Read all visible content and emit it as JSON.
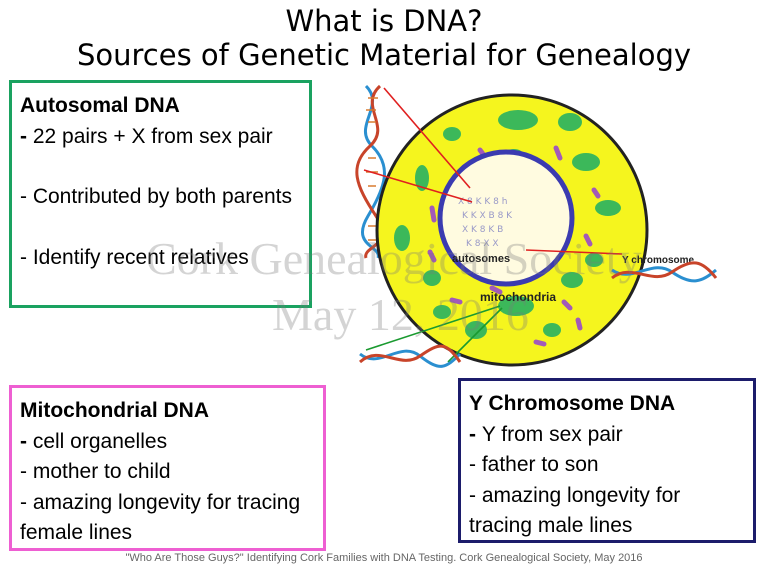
{
  "title": {
    "line1": "What is DNA?",
    "line2": "Sources of Genetic Material for Genealogy"
  },
  "autosomal": {
    "heading": "Autosomal DNA",
    "items": [
      "22 pairs + X from sex pair",
      "Contributed by both parents",
      "Identify recent relatives"
    ]
  },
  "mitochondrial": {
    "heading": "Mitochondrial DNA",
    "items": [
      "cell organelles",
      "mother to child",
      "amazing longevity for tracing female lines"
    ]
  },
  "ychromosome": {
    "heading": "Y Chromosome DNA",
    "items": [
      "Y from sex pair",
      "father to son",
      "amazing longevity for tracing male lines"
    ]
  },
  "diagram": {
    "label_autosomes": "autosomes",
    "label_mitochondria": "mitochondria",
    "label_y": "Y chromosome"
  },
  "watermark": {
    "line1": "Cork Genealogical Society",
    "line2": "May 12, 2016"
  },
  "footer": "\"Who Are Those Guys?\"  Identifying Cork Families with DNA Testing.  Cork Genealogical Society, May 2016",
  "colors": {
    "autosomal_border": "#1aa260",
    "mito_border": "#ee5fd2",
    "y_border": "#1c1c6b",
    "cytoplasm": "#f5f51e",
    "nucleus": "#3b3bb0",
    "mitochondria": "#3cb85a",
    "pointer_red": "#e02020",
    "pointer_green": "#1a9a30"
  }
}
